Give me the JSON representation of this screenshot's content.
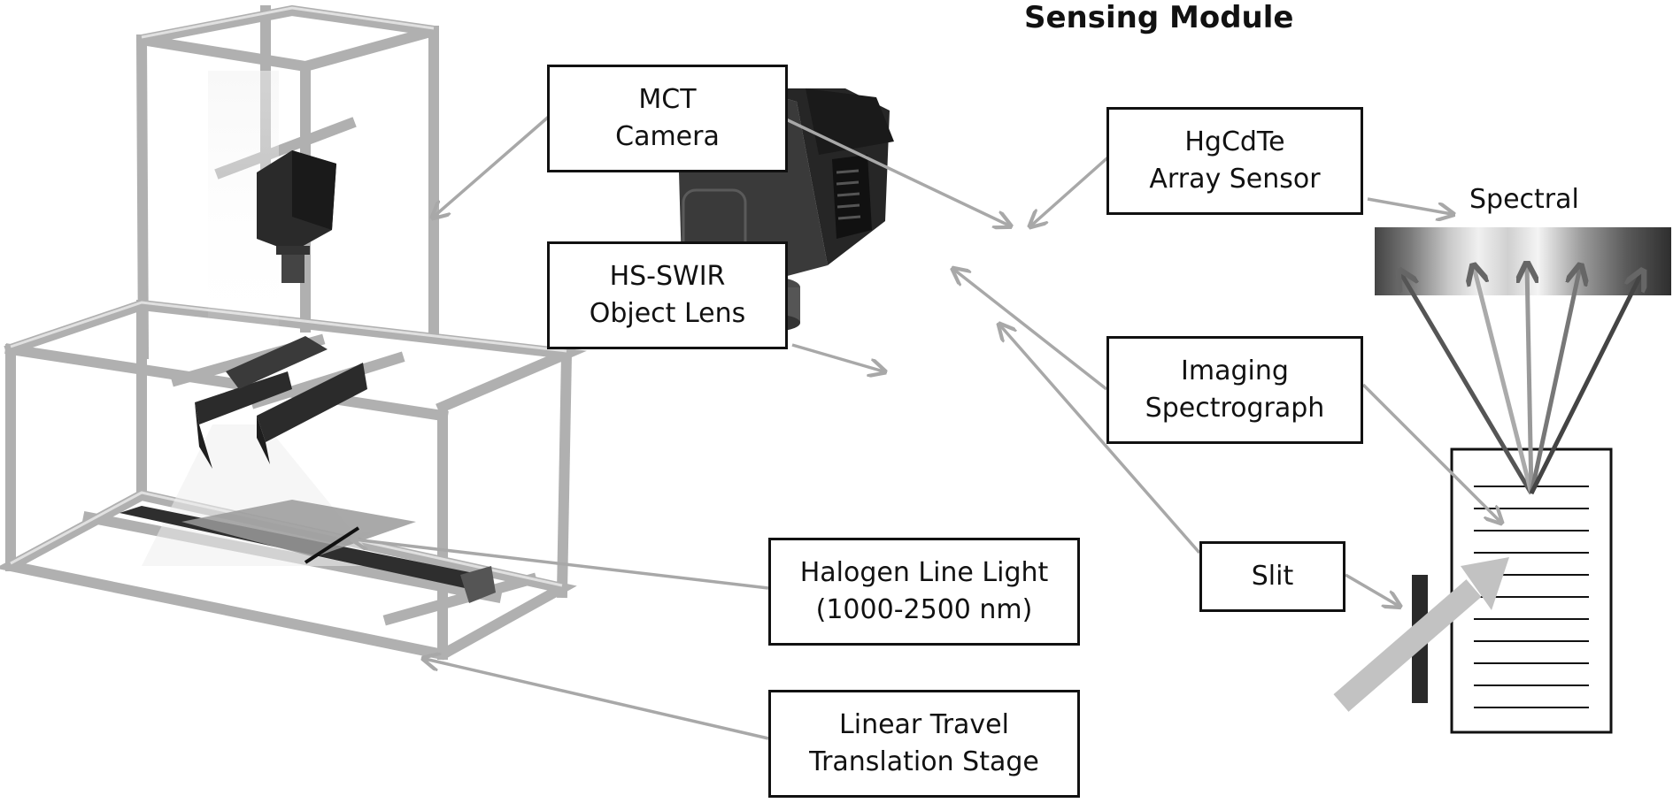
{
  "title": "Sensing Module",
  "labels": {
    "mct_camera": [
      "MCT",
      "Camera"
    ],
    "hs_swir_lens": [
      "HS-SWIR",
      "Object Lens"
    ],
    "hgcdte_sensor": [
      "HgCdTe",
      "Array Sensor"
    ],
    "imaging_spectrograph": [
      "Imaging",
      "Spectrograph"
    ],
    "slit": "Slit",
    "halogen_light": [
      "Halogen Line Light",
      "(1000-2500 nm)"
    ],
    "translation_stage": [
      "Linear Travel",
      "Translation Stage"
    ],
    "spectral": "Spectral"
  },
  "colors": {
    "frame": "#b4b4b4",
    "frame_edge": "#8c8c8c",
    "device_dark": "#2a2a2a",
    "arrow": "#a8a8a8",
    "ink": "#111111"
  }
}
